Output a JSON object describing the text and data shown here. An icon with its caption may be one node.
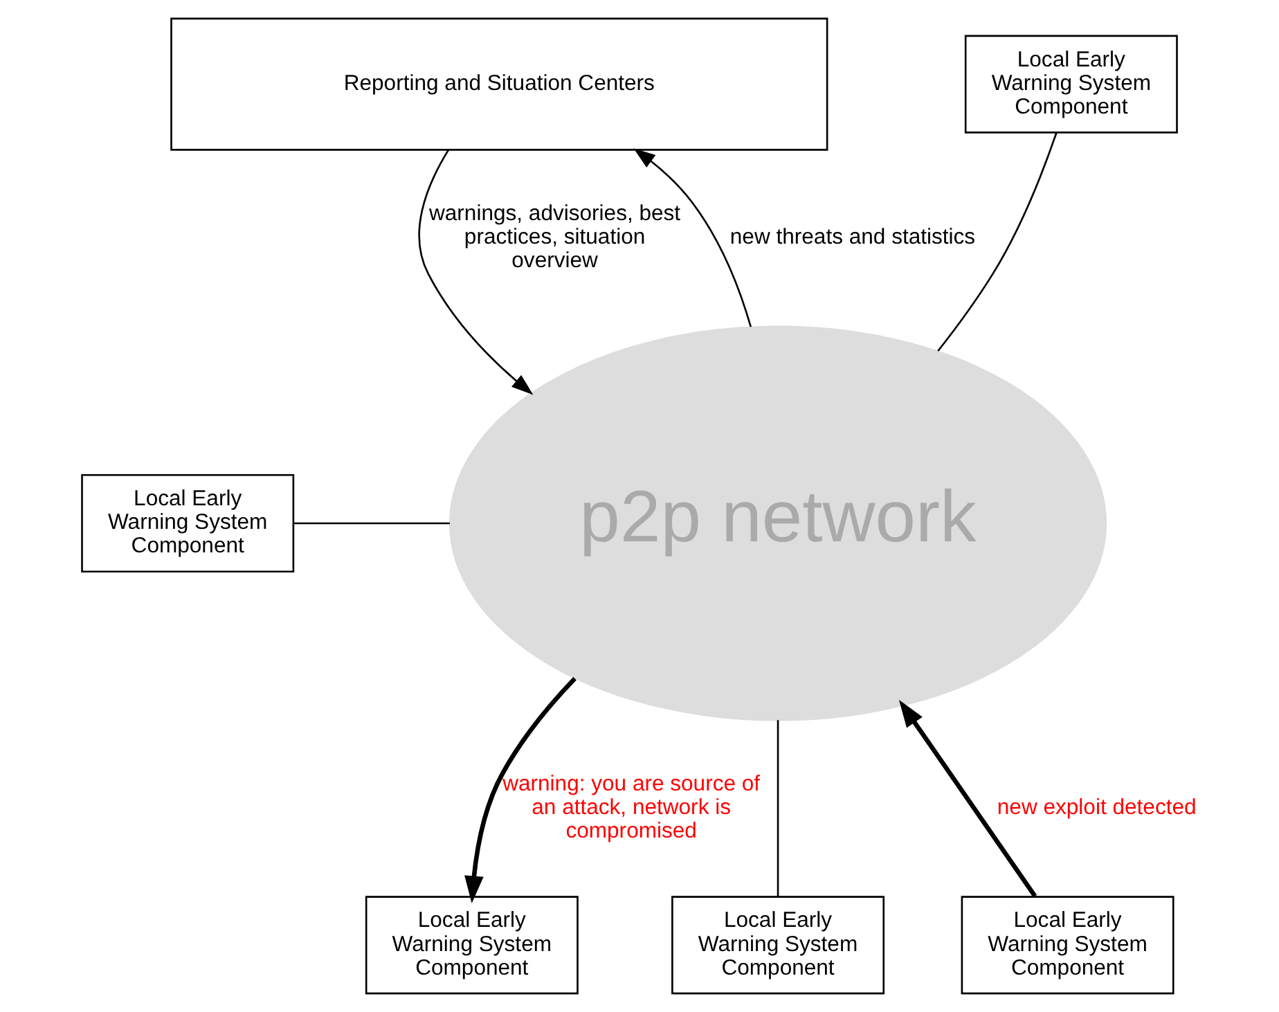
{
  "diagram": {
    "nodes": [
      {
        "text": [
          "Reporting and Situation Centers"
        ]
      },
      {
        "text": [
          "p2p network"
        ]
      },
      {
        "text": [
          "Local Early Warning System Component"
        ]
      },
      {
        "text": [
          "Local Early Warning System Component"
        ]
      },
      {
        "text": [
          "Local Early Warning System Component"
        ]
      },
      {
        "text": [
          "Local Early Warning System Component"
        ]
      },
      {
        "text": [
          "Local Early Warning System Component"
        ]
      }
    ],
    "edges": [
      {
        "from": 0,
        "to": 1,
        "arrow": "to",
        "label": "warnings, advisories, best practices, situation overview"
      },
      {
        "from": 1,
        "to": 0,
        "arrow": "to",
        "label": "new threats and statistics"
      },
      {
        "from": 2,
        "to": 1,
        "arrow": "none"
      },
      {
        "from": 3,
        "to": 1,
        "arrow": "none"
      },
      {
        "from": 1,
        "to": 4,
        "arrow": "to",
        "style": "thick",
        "label": "warning: you are source of an attack, network is compromised"
      },
      {
        "from": 5,
        "to": 1,
        "arrow": "none"
      },
      {
        "from": 6,
        "to": 1,
        "arrow": "to",
        "style": "thick",
        "label": "new exploit detected"
      }
    ]
  }
}
